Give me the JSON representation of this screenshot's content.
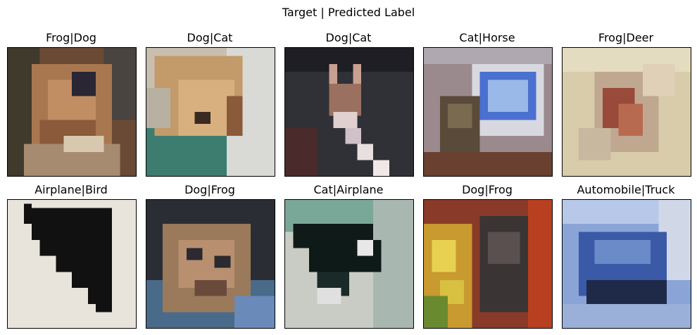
{
  "figure": {
    "title": "Target | Predicted Label"
  },
  "panels": [
    {
      "label": "Frog|Dog"
    },
    {
      "label": "Dog|Cat"
    },
    {
      "label": "Dog|Cat"
    },
    {
      "label": "Cat|Horse"
    },
    {
      "label": "Frog|Deer"
    },
    {
      "label": "Airplane|Bird"
    },
    {
      "label": "Dog|Frog"
    },
    {
      "label": "Cat|Airplane"
    },
    {
      "label": "Dog|Frog"
    },
    {
      "label": "Automobile|Truck"
    }
  ]
}
